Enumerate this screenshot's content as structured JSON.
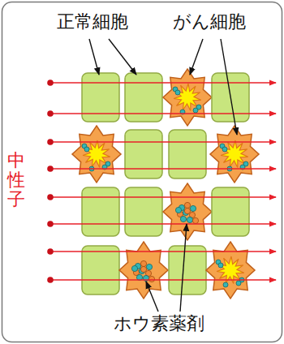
{
  "diagram": {
    "labels": [
      "正常細胞",
      "がん細胞",
      "中性子",
      "ホウ素薬剤"
    ]
  }
}
